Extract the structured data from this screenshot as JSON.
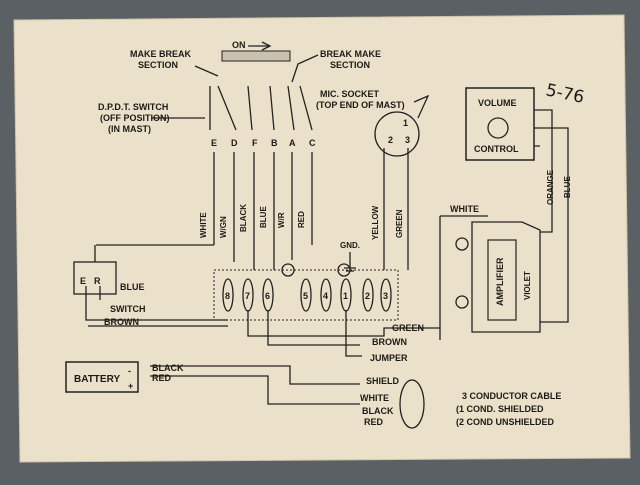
{
  "header": {
    "on_label": "ON",
    "make_break": [
      "MAKE BREAK",
      "SECTION"
    ],
    "break_make": [
      "BREAK MAKE",
      "SECTION"
    ],
    "date_note": "5-76"
  },
  "dpdt": {
    "label": [
      "D.P.D.T. SWITCH",
      "(OFF POSITION)",
      "(IN MAST)"
    ],
    "terminals": [
      "E",
      "D",
      "F",
      "B",
      "A",
      "C"
    ],
    "wires": [
      "WHITE",
      "W/GN",
      "BLACK",
      "BLUE",
      "W/R",
      "RED"
    ]
  },
  "mic": {
    "label": [
      "MIC. SOCKET",
      "(TOP END OF MAST)"
    ],
    "pins": [
      "1",
      "2",
      "3"
    ],
    "wires": [
      "YELLOW",
      "GREEN"
    ]
  },
  "volume": {
    "top": "VOLUME",
    "bottom": "CONTROL",
    "wires": [
      "ORANGE",
      "BLUE"
    ]
  },
  "amplifier": {
    "label": "AMPLIFIER",
    "in_wire": "WHITE",
    "out_wire": "VIOLET"
  },
  "terminal_strip": {
    "numbers": [
      "8",
      "7",
      "6",
      "5",
      "4",
      "1",
      "2",
      "3"
    ],
    "gnd": "GND."
  },
  "switch_box": {
    "terminals": [
      "E",
      "R"
    ],
    "blue": "BLUE",
    "switch": "SWITCH",
    "brown": "BROWN"
  },
  "bottom_wires": {
    "green": "GREEN",
    "brown": "BROWN",
    "jumper": "JUMPER",
    "shield": "SHIELD",
    "black": "BLACK",
    "red": "RED"
  },
  "battery": {
    "label": "BATTERY",
    "minus": "-",
    "plus": "+"
  },
  "cable": {
    "wires": [
      "WHITE",
      "BLACK",
      "RED"
    ],
    "label": [
      "3 CONDUCTOR CABLE",
      "(1 COND. SHIELDED",
      "(2 COND UNSHIELDED"
    ]
  }
}
